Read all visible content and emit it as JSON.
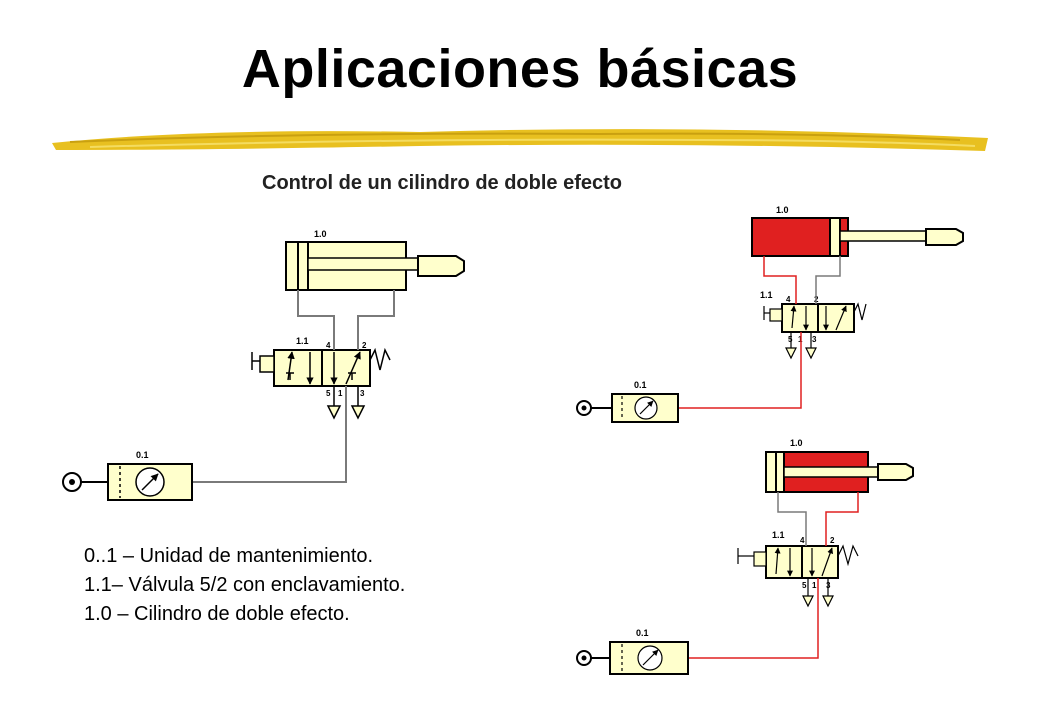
{
  "title": "Aplicaciones básicas",
  "subtitle": "Control de un cilindro de doble efecto",
  "legend": [
    "0..1 – Unidad de mantenimiento.",
    "1.1– Válvula 5/2 con enclavamiento.",
    "1.0 – Cilindro de doble efecto."
  ],
  "labels": {
    "cylinder": "1.0",
    "valve": "1.1",
    "unit": "0.1",
    "port_4": "4",
    "port_2": "2",
    "port_5": "5",
    "port_1": "1",
    "port_3": "3"
  },
  "colors": {
    "component_fill": "#ffffcc",
    "pressure": "#e02020",
    "line": "#7a7a7a",
    "brush": "#e8c020"
  }
}
